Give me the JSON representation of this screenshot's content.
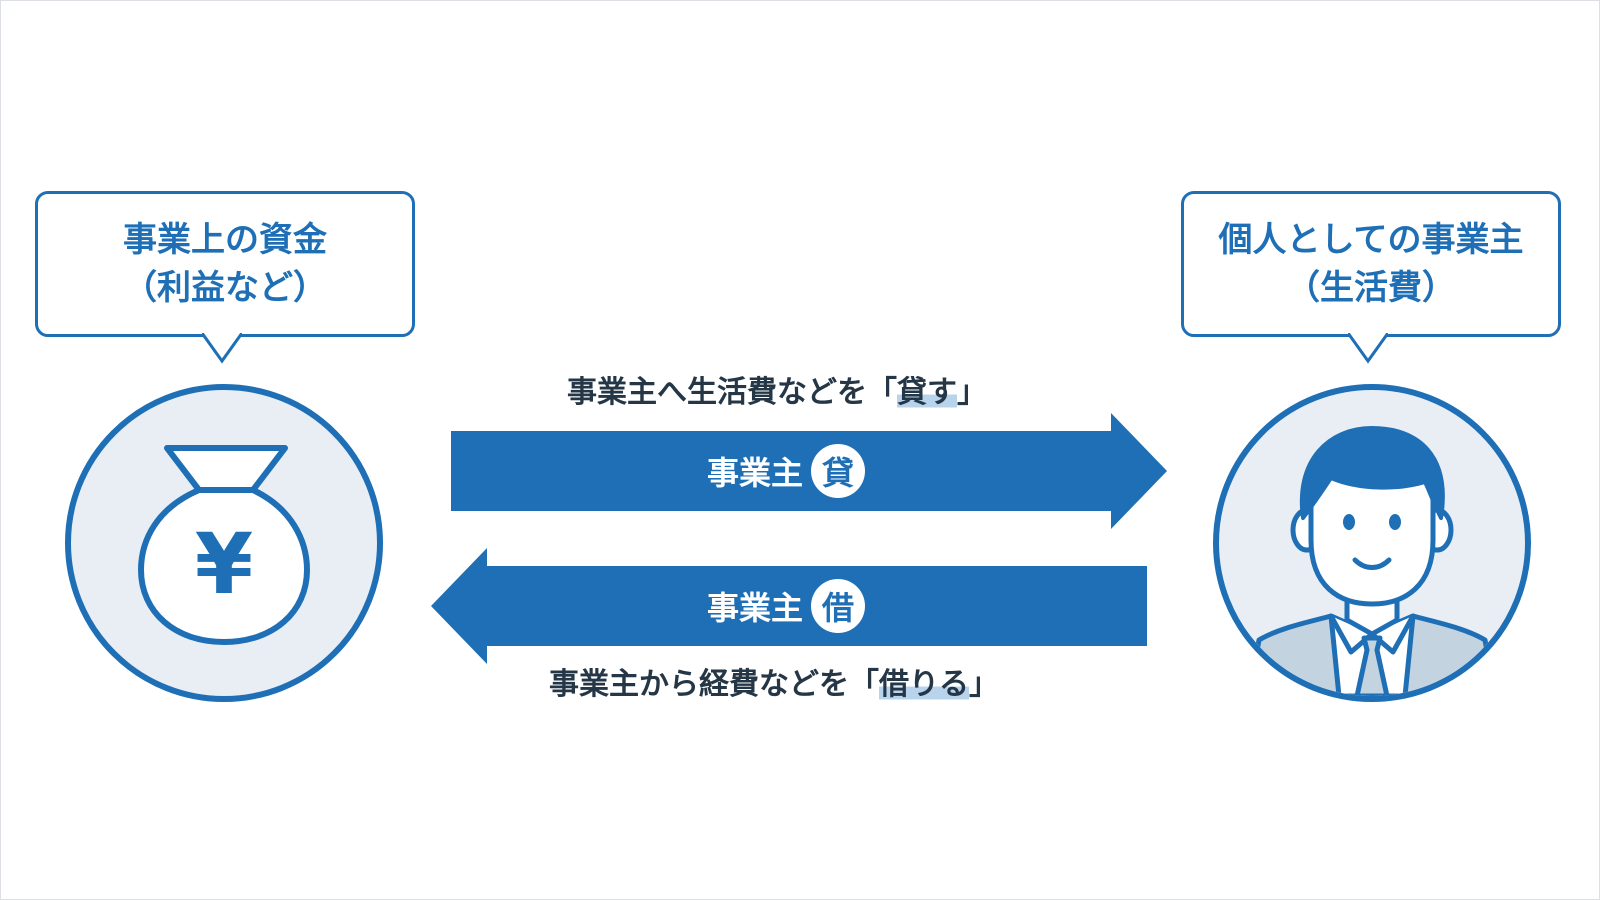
{
  "left_bubble": {
    "line1": "事業上の資金",
    "line2": "（利益など）"
  },
  "right_bubble": {
    "line1": "個人としての事業主",
    "line2": "（生活費）"
  },
  "left_circle": {
    "icon": "money-bag-yen-icon",
    "symbol": "¥"
  },
  "right_circle": {
    "icon": "businessman-avatar-icon"
  },
  "top_arrow": {
    "direction": "right",
    "label": "事業主",
    "badge": "貸",
    "caption_main": "事業主へ生活費などを",
    "caption_open": "「",
    "caption_highlight": "貸す",
    "caption_close": "」"
  },
  "bottom_arrow": {
    "direction": "left",
    "label": "事業主",
    "badge": "借",
    "caption_main": "事業主から経費などを",
    "caption_open": "「",
    "caption_highlight": "借りる",
    "caption_close": "」"
  },
  "colors": {
    "primary": "#1e6fb6",
    "circle_fill": "#e8eef4",
    "text_dark": "#253746",
    "highlight": "#b7d4ec"
  }
}
